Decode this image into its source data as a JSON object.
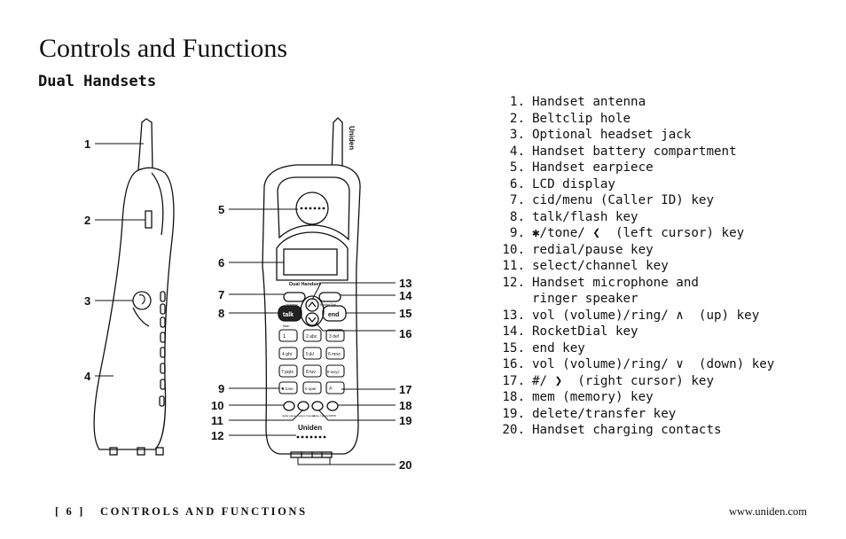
{
  "page": {
    "title": "Controls and Functions",
    "subtitle": "Dual Handsets"
  },
  "legend": [
    {
      "num": "1.",
      "text": "Handset antenna"
    },
    {
      "num": "2.",
      "text": "Beltclip hole"
    },
    {
      "num": "3.",
      "text": "Optional headset jack"
    },
    {
      "num": "4.",
      "text": "Handset battery compartment"
    },
    {
      "num": "5.",
      "text": "Handset earpiece"
    },
    {
      "num": "6.",
      "text": "LCD display"
    },
    {
      "num": "7.",
      "text": "cid/menu (Caller ID) key"
    },
    {
      "num": "8.",
      "text": "talk/flash key"
    },
    {
      "num": "9.",
      "text": "✱/tone/ ❮  (left cursor) key"
    },
    {
      "num": "10.",
      "text": "redial/pause key"
    },
    {
      "num": "11.",
      "text": "select/channel key"
    },
    {
      "num": "12.",
      "text": "Handset microphone and\nringer speaker"
    },
    {
      "num": "13.",
      "text": "vol (volume)/ring/ ∧  (up) key"
    },
    {
      "num": "14.",
      "text": "RocketDial key"
    },
    {
      "num": "15.",
      "text": "end key"
    },
    {
      "num": "16.",
      "text": "vol (volume)/ring/ ∨  (down) key"
    },
    {
      "num": "17.",
      "text": "#/ ❯  (right cursor) key"
    },
    {
      "num": "18.",
      "text": "mem (memory) key"
    },
    {
      "num": "19.",
      "text": "delete/transfer key"
    },
    {
      "num": "20.",
      "text": "Handset charging contacts"
    }
  ],
  "diagram": {
    "brand": "Uniden",
    "model": "Dual Handset",
    "keys": {
      "talk": "talk",
      "end": "end",
      "cid_menu": "cid/menu",
      "rocket_dial": "Rocket Dial",
      "flash": "flash",
      "redial_pause": "redial pause",
      "select_channel": "select channel",
      "delete_transfer": "delete transfer",
      "mem": "mem",
      "keypad": [
        "1",
        "2 abc",
        "3 def",
        "4 ghi",
        "5 jkl",
        "6 mno",
        "7 pqrs",
        "8 tuv",
        "9 wxyz",
        "✱ tone",
        "0 oper",
        "#"
      ]
    },
    "callouts": [
      "1",
      "2",
      "3",
      "4",
      "5",
      "6",
      "7",
      "8",
      "9",
      "10",
      "11",
      "12",
      "13",
      "14",
      "15",
      "16",
      "17",
      "18",
      "19",
      "20"
    ]
  },
  "footer": {
    "left": "[ 6 ]   CONTROLS AND FUNCTIONS",
    "right": "www.uniden.com"
  }
}
